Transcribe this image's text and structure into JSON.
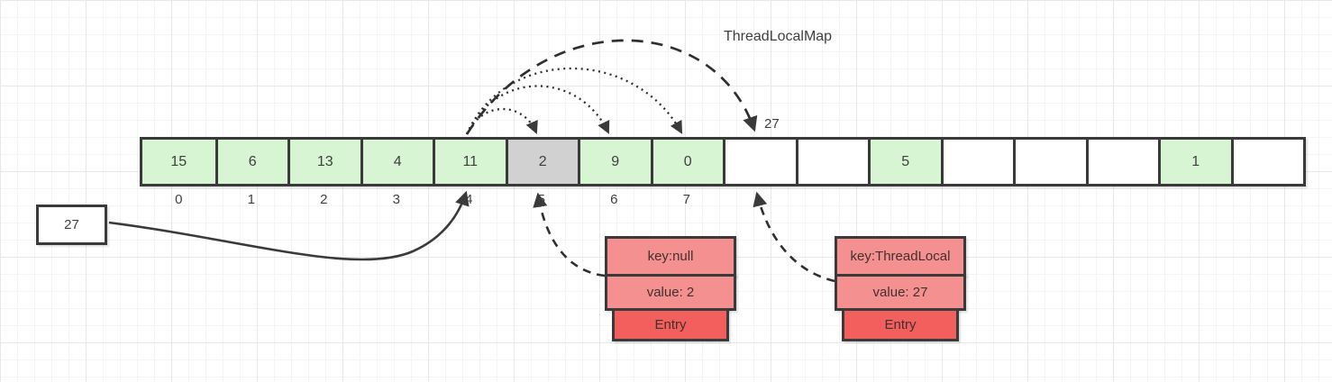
{
  "title": "ThreadLocalMap",
  "array": {
    "cells": [
      {
        "value": "15",
        "type": "green",
        "index": "0"
      },
      {
        "value": "6",
        "type": "green",
        "index": "1"
      },
      {
        "value": "13",
        "type": "green",
        "index": "2"
      },
      {
        "value": "4",
        "type": "green",
        "index": "3"
      },
      {
        "value": "11",
        "type": "green",
        "index": "4"
      },
      {
        "value": "2",
        "type": "gray",
        "index": "5"
      },
      {
        "value": "9",
        "type": "green",
        "index": "6"
      },
      {
        "value": "0",
        "type": "green",
        "index": "7"
      },
      {
        "value": "",
        "type": "white",
        "index": ""
      },
      {
        "value": "",
        "type": "white",
        "index": ""
      },
      {
        "value": "5",
        "type": "green",
        "index": ""
      },
      {
        "value": "",
        "type": "white",
        "index": ""
      },
      {
        "value": "",
        "type": "white",
        "index": ""
      },
      {
        "value": "",
        "type": "white",
        "index": ""
      },
      {
        "value": "1",
        "type": "green",
        "index": ""
      },
      {
        "value": "",
        "type": "white",
        "index": ""
      }
    ]
  },
  "value_box": {
    "label": "27"
  },
  "probe_label": "27",
  "entries": [
    {
      "key": "key:null",
      "value": "value: 2",
      "footer": "Entry"
    },
    {
      "key": "key:ThreadLocal",
      "value": "value: 27",
      "footer": "Entry"
    }
  ],
  "colors": {
    "stroke": "#3a3a3a",
    "cell_green": "#d7f5d2",
    "cell_gray": "#d1d1d1",
    "entry_row": "#f59090",
    "entry_footer": "#f35f5c"
  }
}
